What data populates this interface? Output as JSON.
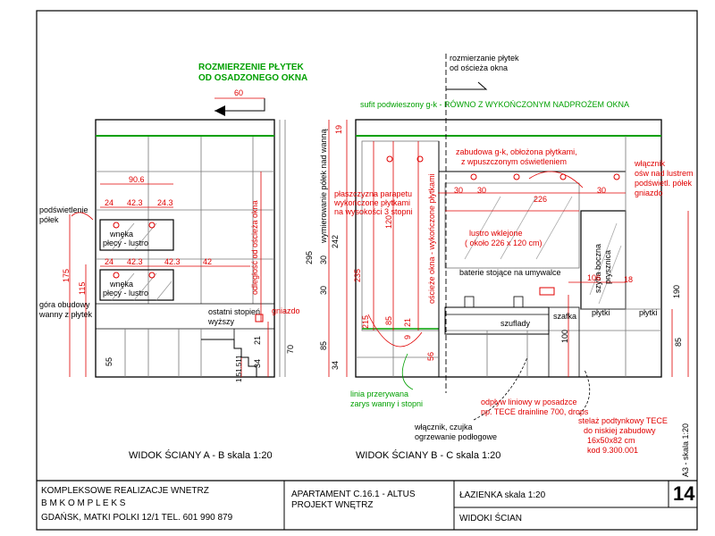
{
  "colors": {
    "line": "#000000",
    "dim": "#e00000",
    "green": "#00a000",
    "gray": "#888888"
  },
  "headings": {
    "green_left_1": "ROZMIERZENIE PŁYTEK",
    "green_left_2": "OD OSADZONEGO OKNA",
    "top_right_1": "rozmierzanie płytek",
    "top_right_2": "od ościeża okna",
    "green_soffit": "sufit podwieszony g-k - RÓWNO Z WYKOŃCZONYM NADPROŻEM OKNA"
  },
  "wall_ab": {
    "title": "WIDOK ŚCIANY A - B skala 1:20",
    "dim_60": "60",
    "dim_90_6": "90.6",
    "row1": [
      "24",
      "42.3",
      "24.3"
    ],
    "row2": [
      "24",
      "42.3",
      "42.3",
      "42"
    ],
    "niche_label_1a": "wnęka",
    "niche_label_1b": "płecy - lustro",
    "niche_label_2a": "wnęka",
    "niche_label_2b": "płecy - lustro",
    "shelf_light_1": "podświetlenie",
    "shelf_light_2": "półek",
    "tub_cover_1": "góra obudowy",
    "tub_cover_2": "wanny z płytek",
    "last_step_1": "ostatni stopień",
    "last_step_2": "wyższy",
    "outlet": "gniazdo",
    "window_dist": "odległość od ościeża okna",
    "v175": "175",
    "v115": "115",
    "v55": "55",
    "v21": "21",
    "v70": "70",
    "v34": "34",
    "steps_small": "1.51.511"
  },
  "wall_bc": {
    "title": "WIDOK ŚCIANY B - C skala 1:20",
    "vertical_main": "wymierowanie półek nad wanną",
    "v19": "19",
    "v295": "295",
    "v30": "30",
    "v242": "242",
    "v120": "120",
    "v30b": "30",
    "v235": "235",
    "v215": "215",
    "v85": "85",
    "v21": "21",
    "v9": "9",
    "v34": "34",
    "v85b": "85",
    "v56": "56",
    "parapet_1": "płaszczyzna parapetu",
    "parapet_2": "wykończone płytkami",
    "parapet_3": "na wysokości 3 stopni",
    "window_edge": "ościeże okna - wykończone płytkami",
    "gk_1": "zabudowa g-k, obłożona płytkami,",
    "gk_2": "z wpuszczonym oświetleniem",
    "d30a": "30",
    "d30b": "30",
    "d30c": "30",
    "d226": "226",
    "mirror_1": "lustro wklejone",
    "mirror_2": "( około 226 x 120 cm)",
    "taps": "baterie stojące na umywalce",
    "drawers": "szuflady",
    "cabinet": "szafka",
    "tiles1": "płytki",
    "tiles2": "płytki",
    "glass_1": "szyba boczna",
    "glass_2": "prysznica",
    "switch_1": "włącznik",
    "switch_2": "ośw nad lustrem",
    "switch_3": "podświetl. półek",
    "switch_4": "gniazdo",
    "d106": "106",
    "d18": "18",
    "v100": "100",
    "v190": "190",
    "v85c": "85",
    "broken_1": "linia przerywana",
    "broken_2": "zarys wanny i stopni",
    "drain_1": "odpływ liniowy w posadzce",
    "drain_2": "np. TECE drainline 700, drops",
    "thermo_1": "włącznik, czujka",
    "thermo_2": "ogrzewanie podłogowe",
    "frame_1": "stelaż podtynkowy TECE",
    "frame_2": "do niskiej zabudowy",
    "frame_3": "16x50x82 cm",
    "frame_4": "kod 9.300.001"
  },
  "title_block": {
    "company_1": "KOMPLEKSOWE REALIZACJE WNETRZ",
    "company_2": "B M K O M P L E K S",
    "company_3": "GDAŃSK, MATKI POLKI 12/1  TEL. 601 990 879",
    "project_1": "APARTAMENT C.16.1 - ALTUS",
    "project_2": "PROJEKT WNĘTRZ",
    "room": "ŁAZIENKA  skala 1:20",
    "sheet_title": "WIDOKI ŚCIAN",
    "sheet_no": "14",
    "format": "A3 - skala 1:20"
  }
}
